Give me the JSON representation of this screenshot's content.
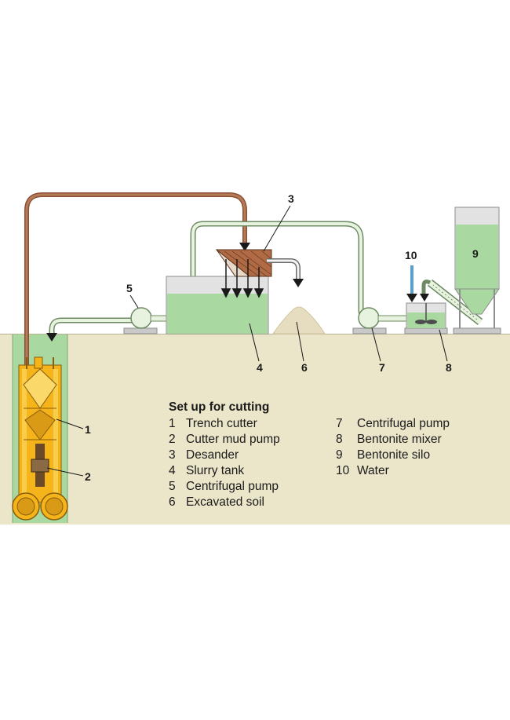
{
  "colors": {
    "ground": "#ebe5c9",
    "slurry_green": "#a9d8a0",
    "pipe_outline": "#6c8a62",
    "pipe_fill": "#e8f3df",
    "return_pipe": "#a56b4d",
    "cutter_yellow": "#f4b41a",
    "grey_base": "#c9c9c9",
    "water_blue": "#5a9fd4"
  },
  "callouts": {
    "c1": "1",
    "c2": "2",
    "c3": "3",
    "c4": "4",
    "c5": "5",
    "c6": "6",
    "c7": "7",
    "c8": "8",
    "c9": "9",
    "c10": "10"
  },
  "legend": {
    "title": "Set up for cutting",
    "left_items": [
      {
        "num": "1",
        "label": "Trench cutter"
      },
      {
        "num": "2",
        "label": "Cutter mud pump"
      },
      {
        "num": "3",
        "label": "Desander"
      },
      {
        "num": "4",
        "label": "Slurry tank"
      },
      {
        "num": "5",
        "label": "Centrifugal pump"
      },
      {
        "num": "6",
        "label": "Excavated soil"
      }
    ],
    "right_items": [
      {
        "num": "7",
        "label": "Centrifugal pump"
      },
      {
        "num": "8",
        "label": "Bentonite mixer"
      },
      {
        "num": "9",
        "label": "Bentonite silo"
      },
      {
        "num": "10",
        "label": "Water"
      }
    ]
  }
}
